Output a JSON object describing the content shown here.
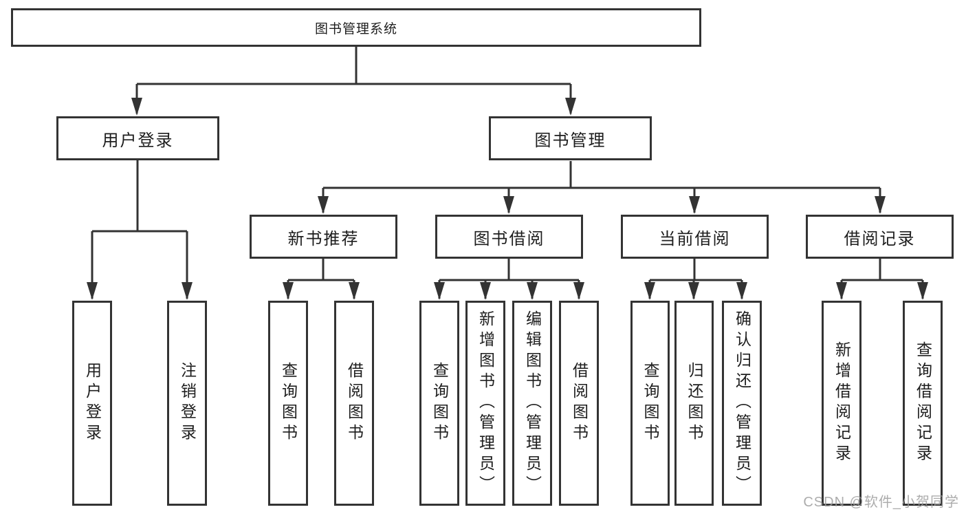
{
  "diagram": {
    "root": {
      "label": "图书管理系统"
    },
    "level2": [
      {
        "label": "用户登录"
      },
      {
        "label": "图书管理"
      }
    ],
    "level3": [
      {
        "label": "新书推荐"
      },
      {
        "label": "图书借阅"
      },
      {
        "label": "当前借阅"
      },
      {
        "label": "借阅记录"
      }
    ],
    "leaves": {
      "user_login": [
        {
          "label": "用户登录"
        },
        {
          "label": "注销登录"
        }
      ],
      "new_book_recommend": [
        {
          "label": "查询图书"
        },
        {
          "label": "借阅图书"
        }
      ],
      "book_borrow": [
        {
          "label": "查询图书"
        },
        {
          "label": "新增图书（管理员）"
        },
        {
          "label": "编辑图书（管理员）"
        },
        {
          "label": "借阅图书"
        }
      ],
      "current_borrow": [
        {
          "label": "查询图书"
        },
        {
          "label": "归还图书"
        },
        {
          "label": "确认归还（管理员）"
        }
      ],
      "borrow_record": [
        {
          "label": "新增借阅记录"
        },
        {
          "label": "查询借阅记录"
        }
      ]
    }
  },
  "watermark": "CSDN @软件_小贺同学",
  "colors": {
    "line": "#333333",
    "box_border": "#333333",
    "box_fill": "#ffffff",
    "text": "#1d1d1d",
    "watermark": "#9e9e9e"
  }
}
